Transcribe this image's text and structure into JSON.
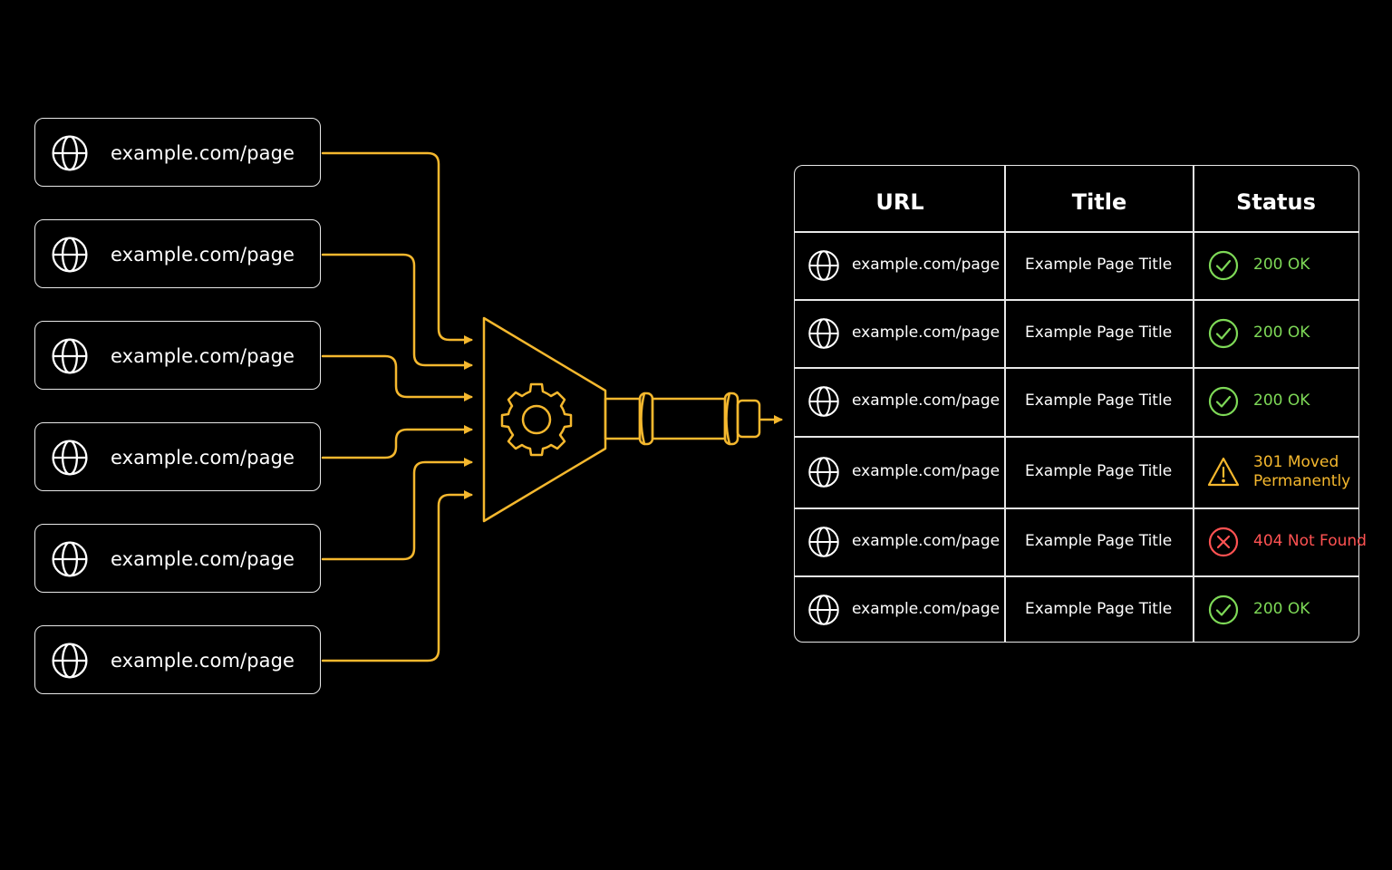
{
  "inputs": [
    {
      "url": "example.com/page",
      "icon": "globe-icon"
    },
    {
      "url": "example.com/page",
      "icon": "globe-icon"
    },
    {
      "url": "example.com/page",
      "icon": "globe-icon"
    },
    {
      "url": "example.com/page",
      "icon": "globe-icon"
    },
    {
      "url": "example.com/page",
      "icon": "globe-icon"
    },
    {
      "url": "example.com/page",
      "icon": "globe-icon"
    }
  ],
  "processor": {
    "icon": "gear-icon",
    "output_icon": "pipe-icon"
  },
  "table": {
    "headers": {
      "url": "URL",
      "title": "Title",
      "status": "Status"
    },
    "rows": [
      {
        "url": "example.com/page",
        "title": "Example Page Title",
        "status_line1": "200 OK",
        "status_line2": "",
        "status_kind": "ok",
        "status_icon": "check-circle-icon"
      },
      {
        "url": "example.com/page",
        "title": "Example Page Title",
        "status_line1": "200 OK",
        "status_line2": "",
        "status_kind": "ok",
        "status_icon": "check-circle-icon"
      },
      {
        "url": "example.com/page",
        "title": "Example Page Title",
        "status_line1": "200 OK",
        "status_line2": "",
        "status_kind": "ok",
        "status_icon": "check-circle-icon"
      },
      {
        "url": "example.com/page",
        "title": "Example Page Title",
        "status_line1": "301 Moved",
        "status_line2": "Permanently",
        "status_kind": "warn",
        "status_icon": "warning-triangle-icon"
      },
      {
        "url": "example.com/page",
        "title": "Example Page Title",
        "status_line1": "404 Not Found",
        "status_line2": "",
        "status_kind": "err",
        "status_icon": "x-circle-icon"
      },
      {
        "url": "example.com/page",
        "title": "Example Page Title",
        "status_line1": "200 OK",
        "status_line2": "",
        "status_kind": "ok",
        "status_icon": "check-circle-icon"
      }
    ]
  },
  "colors": {
    "background": "#000000",
    "line": "#e8e8e8",
    "accent": "#f5b82e",
    "ok": "#7ed957",
    "warn": "#f5b82e",
    "err": "#ff5252"
  }
}
